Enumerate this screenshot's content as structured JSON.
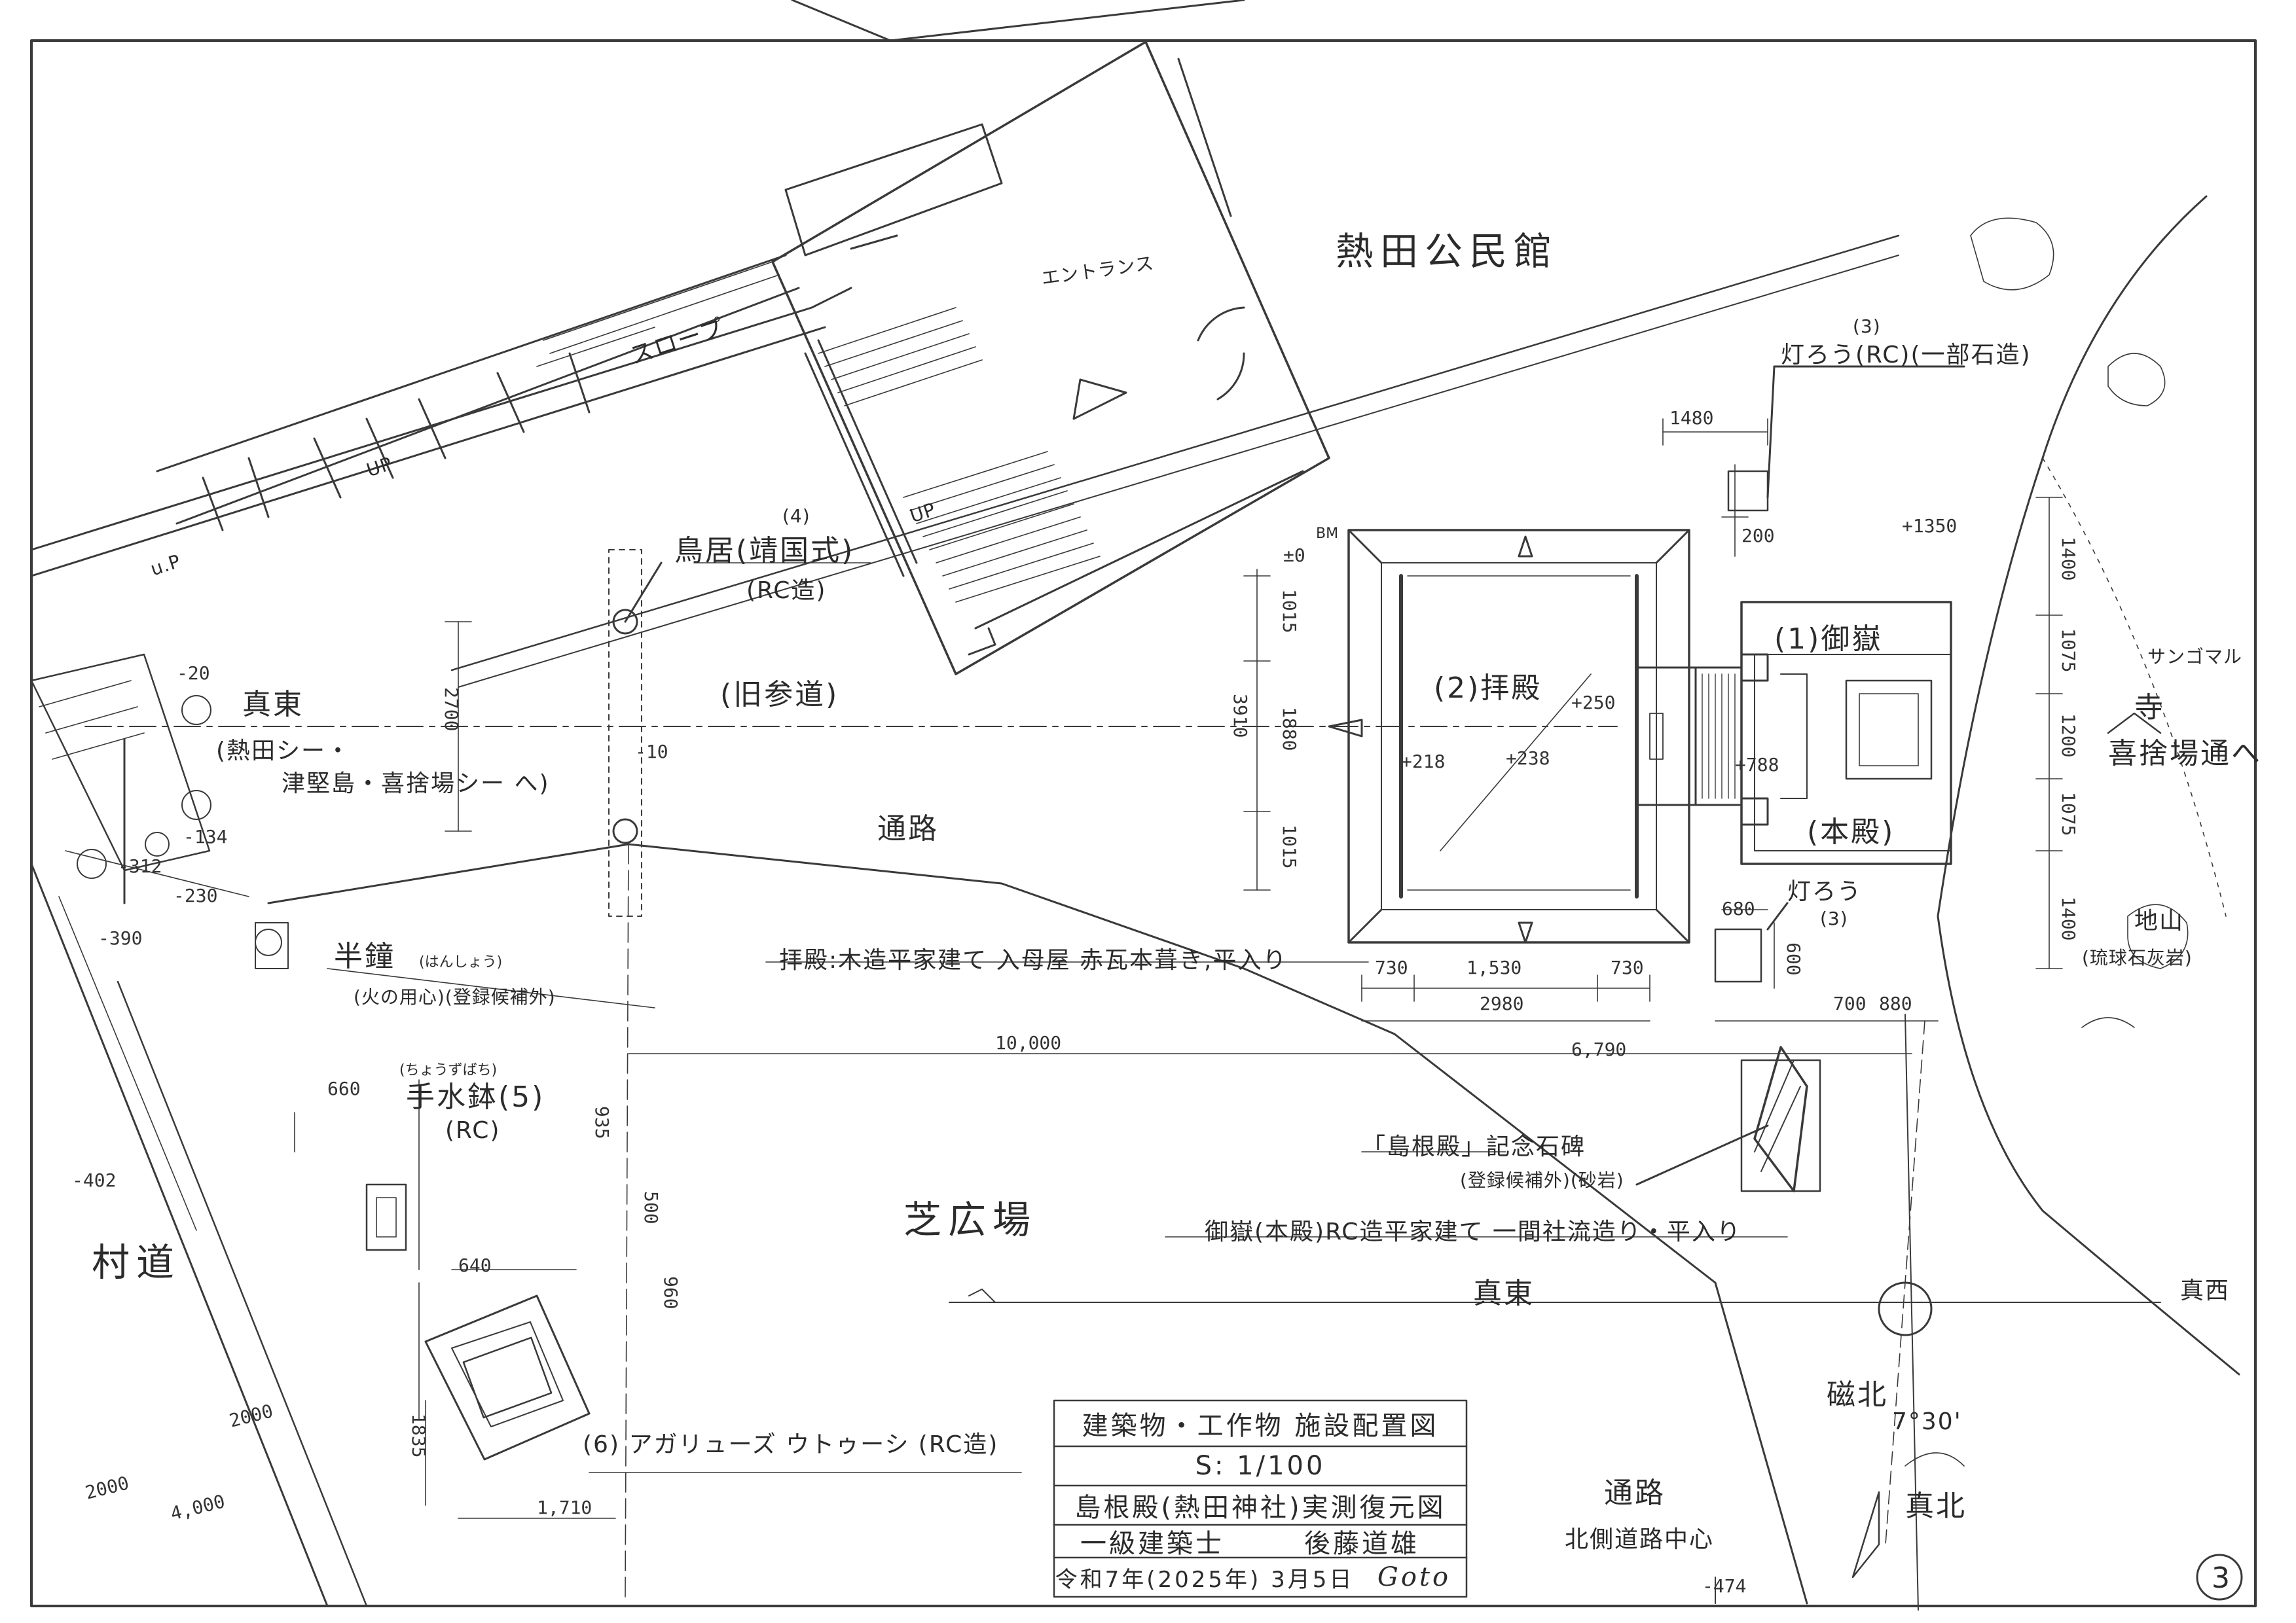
{
  "building": {
    "name": "熱田公民館",
    "entrance": "エントランス",
    "slope": "スロープ",
    "up": "UP",
    "up_lower": "u.P"
  },
  "torii": {
    "number": "(4)",
    "name": "鳥居(靖国式)",
    "material": "(RC造)"
  },
  "old_approach": "(旧参道)",
  "passage": "通路",
  "haiden": {
    "label": "(2)拝殿",
    "note": "拝殿:木造平家建て 入母屋 赤瓦本葺き,平入り"
  },
  "honden": {
    "label": "(1)御嶽",
    "sub": "(本殿)",
    "note": "御嶽(本殿)RC造平家建て 一間社流造り・平入り"
  },
  "lantern_top": {
    "number": "(3)",
    "name": "灯ろう(RC)(一部石造)"
  },
  "lantern_bottom": {
    "name": "灯ろう",
    "number": "(3)"
  },
  "bell": {
    "name": "半鐘",
    "reading": "(はんしょう)",
    "note": "(火の用心)(登録候補外)"
  },
  "chozu": {
    "reading": "(ちょうずばち)",
    "name": "手水鉢(5)",
    "material": "(RC)"
  },
  "agari": {
    "name": "(6) アガリューズ ウトゥーシ (RC造)"
  },
  "monument": {
    "name": "「島根殿」記念石碑",
    "note": "(登録候補外)(砂岩)"
  },
  "lawn": "芝広場",
  "village_road": "村道",
  "road_br": "通路",
  "road_center": "北側道路中心",
  "true_east": "真東",
  "true_west": "真西",
  "true_east_left": "真東",
  "left_note_1": "(熱田シー・",
  "left_note_2": "津堅島・喜捨場シー へ)",
  "right_road": "喜捨場通へ",
  "right_road_top": "サンゴマル",
  "right_road_char": "寺",
  "rock": {
    "name": "地山",
    "note": "(琉球石灰岩)"
  },
  "magnetic_north": "磁北",
  "true_north": "真北",
  "declination": "7°30'",
  "bm": "BM",
  "levels": {
    "zero": "±0",
    "p218": "+218",
    "p238": "+238",
    "p250": "+250",
    "p788": "+788",
    "p1350": "+1350",
    "m10": "-10",
    "m20": "-20",
    "m134": "-134",
    "m230": "-230",
    "m312": "-312",
    "m390": "-390",
    "m402": "-402",
    "m474": "-474"
  },
  "dims": {
    "d1480": "1480",
    "d200": "200",
    "d1400a": "1400",
    "d1075a": "1075",
    "d1200": "1200",
    "d1075b": "1075",
    "d1400b": "1400",
    "d1015a": "1015",
    "d1880": "1880",
    "d1015b": "1015",
    "d3910": "3910",
    "d2700": "2700",
    "d730a": "730",
    "d1530": "1,530",
    "d730b": "730",
    "d2980": "2980",
    "d680": "680",
    "d600": "600",
    "d700": "700",
    "d880": "880",
    "d6790": "6,790",
    "d10000": "10,000",
    "d660": "660",
    "d935": "935",
    "d500": "500",
    "d960": "960",
    "d640": "640",
    "d1835": "1835",
    "d1710": "1,710",
    "d2000a": "2000",
    "d2000b": "2000",
    "d4000": "4,000"
  },
  "title_block": {
    "row1": "建築物・工作物 施設配置図",
    "row2": "S: 1/100",
    "row3": "島根殿(熱田神社)実測復元図",
    "row4_left": "一級建築士",
    "row4_right": "後藤道雄",
    "row5": "令和7年(2025年) 3月5日",
    "signature": "Goto"
  },
  "sheet_number": "3"
}
